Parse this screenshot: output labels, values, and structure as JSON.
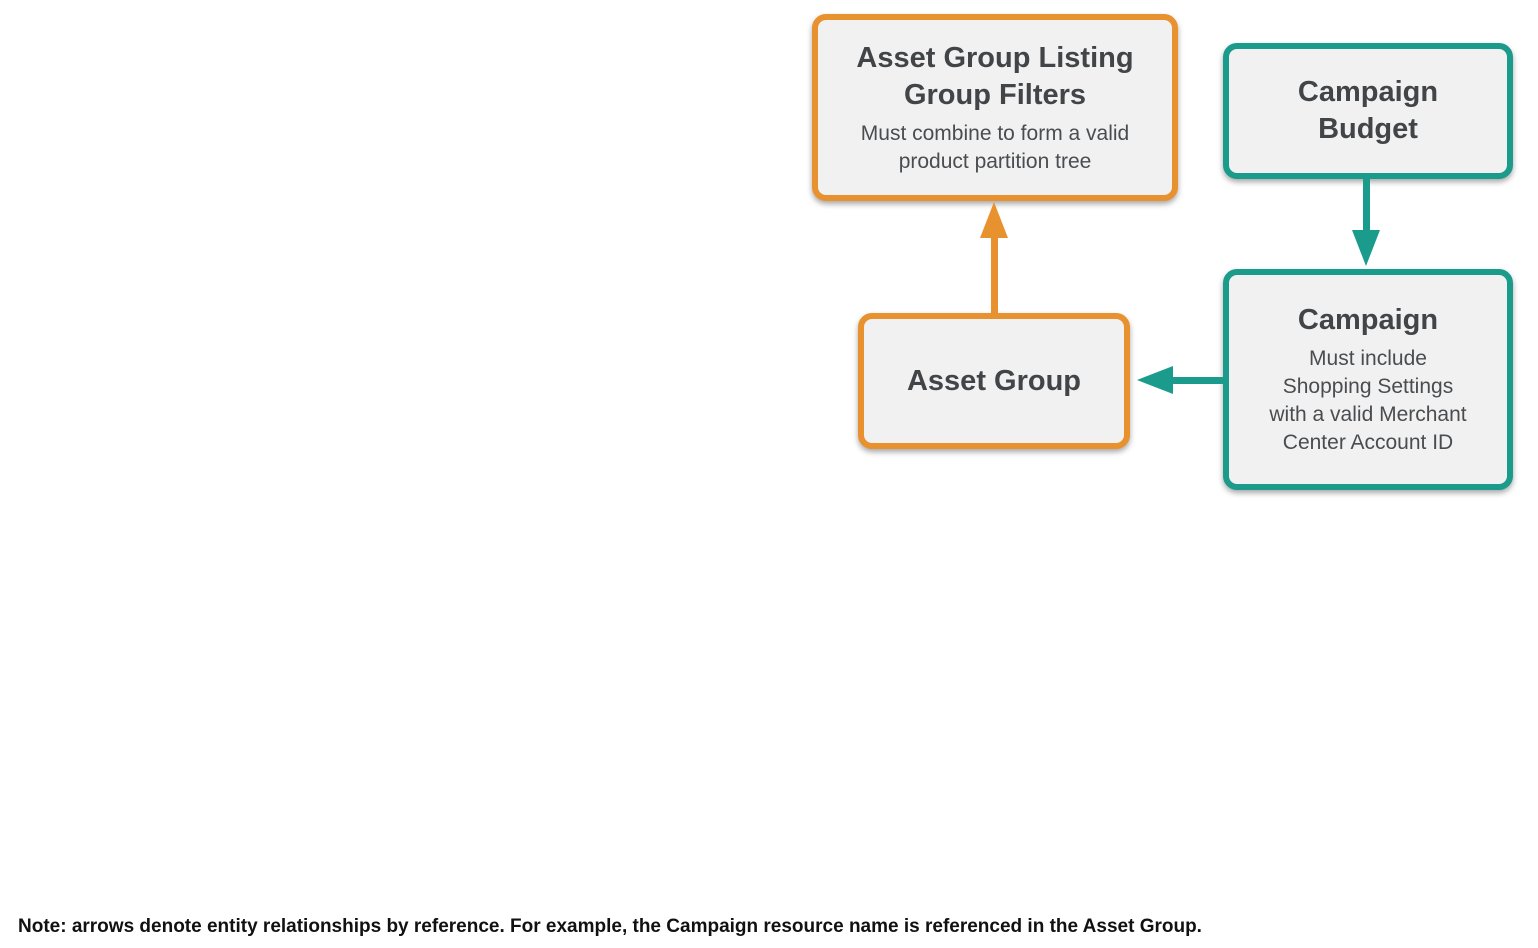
{
  "colors": {
    "orange_accent": "#e8912f",
    "teal_accent": "#1a9b8b",
    "node_fill": "#f1f1f1",
    "title_text": "#424548",
    "note_text": "#111111"
  },
  "diagram": {
    "nodes": [
      {
        "id": "asset-group-listing-group-filters",
        "accent": "orange",
        "title": [
          "Asset Group Listing",
          "Group Filters"
        ],
        "subtitle": [
          "Must combine to form a valid",
          "product partition tree"
        ]
      },
      {
        "id": "campaign-budget",
        "accent": "teal",
        "title": [
          "Campaign",
          "Budget"
        ]
      },
      {
        "id": "asset-group",
        "accent": "orange",
        "title": "Asset Group"
      },
      {
        "id": "campaign",
        "accent": "teal",
        "title": "Campaign",
        "subtitle": [
          "Must include",
          "Shopping Settings",
          "with a valid Merchant",
          "Center Account ID"
        ]
      }
    ],
    "edges": [
      {
        "from": "Asset Group",
        "to": "Asset Group Listing Group Filters",
        "color": "#e8912f",
        "direction": "up"
      },
      {
        "from": "Campaign Budget",
        "to": "Campaign",
        "color": "#1a9b8b",
        "direction": "down"
      },
      {
        "from": "Campaign",
        "to": "Asset Group",
        "color": "#1a9b8b",
        "direction": "left"
      }
    ]
  },
  "note": "Note: arrows denote entity relationships by reference. For example, the Campaign resource name is referenced in the Asset Group."
}
